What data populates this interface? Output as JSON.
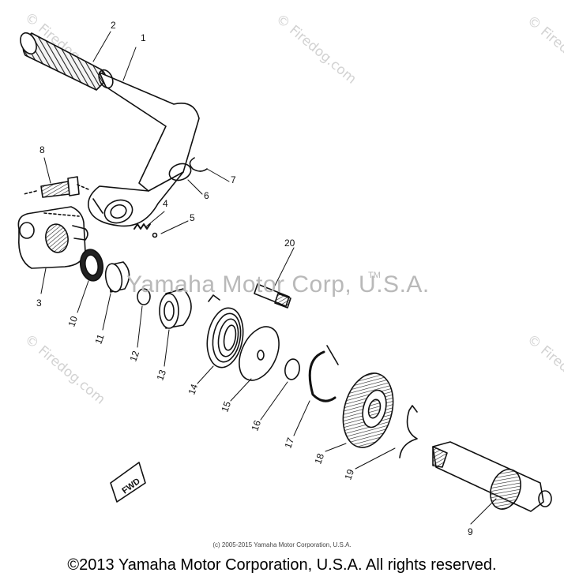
{
  "watermarks": {
    "site": "© Firedog.com",
    "center": "Yamaha Motor Corp, U.S.A.",
    "center_tm": "TM"
  },
  "callouts": [
    "1",
    "2",
    "3",
    "4",
    "5",
    "6",
    "7",
    "8",
    "9",
    "10",
    "11",
    "12",
    "13",
    "14",
    "15",
    "16",
    "17",
    "18",
    "19",
    "20"
  ],
  "fwd_label": "FWD",
  "small_copyright": "(c) 2005-2015 Yamaha Motor Corporation, U.S.A.",
  "footer_copyright": "©2013 Yamaha Motor Corporation, U.S.A. All rights reserved."
}
